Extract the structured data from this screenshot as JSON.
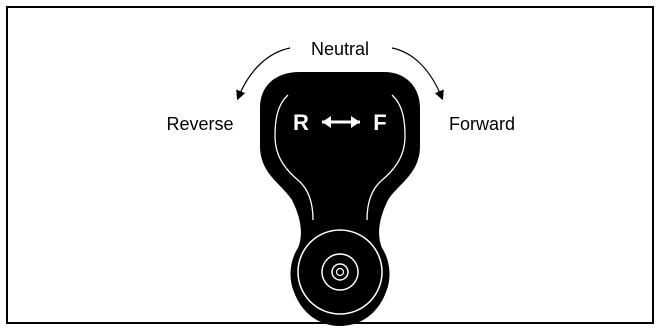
{
  "diagram": {
    "labels": {
      "neutral": "Neutral",
      "reverse": "Reverse",
      "forward": "Forward"
    },
    "lever": {
      "reverse_letter": "R",
      "forward_letter": "F",
      "arrow_icon": "double-arrow-left-right"
    },
    "colors": {
      "lever_fill": "#000000",
      "lever_markings": "#ffffff",
      "frame": "#000000",
      "background": "#ffffff"
    }
  }
}
